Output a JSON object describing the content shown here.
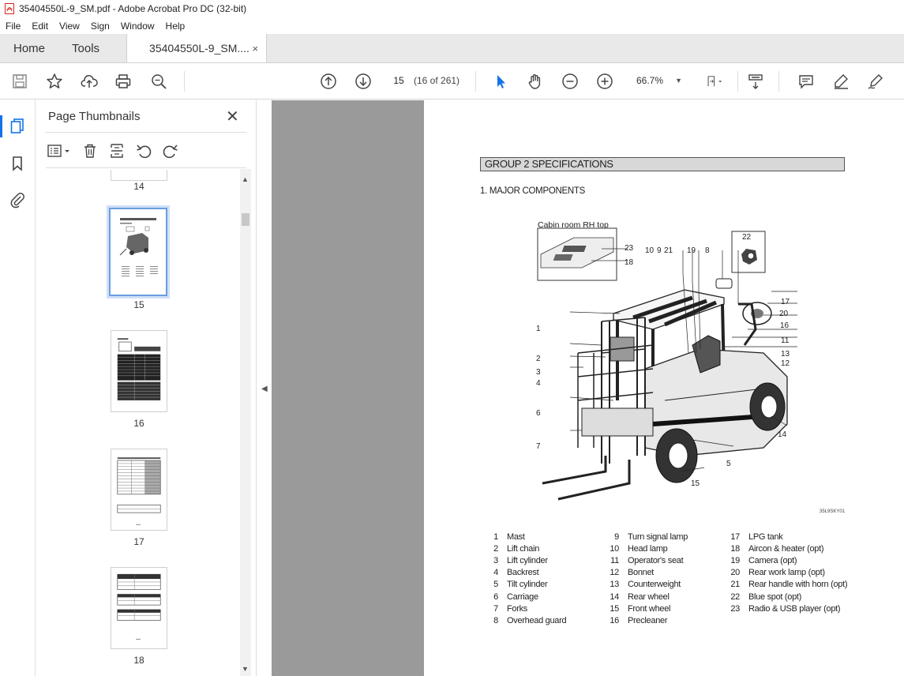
{
  "window": {
    "title": "35404550L-9_SM.pdf - Adobe Acrobat Pro DC (32-bit)"
  },
  "menu": [
    "File",
    "Edit",
    "View",
    "Sign",
    "Window",
    "Help"
  ],
  "tabs": {
    "home": "Home",
    "tools": "Tools",
    "doc": "35404550L-9_SM....",
    "close": "×"
  },
  "toolbar": {
    "page_current": "15",
    "page_count": "(16 of 261)",
    "zoom": "66.7%"
  },
  "panel": {
    "title": "Page Thumbnails",
    "close": "✕",
    "thumbnails": [
      {
        "num": "14",
        "selected": false
      },
      {
        "num": "15",
        "selected": true
      },
      {
        "num": "16",
        "selected": false
      },
      {
        "num": "17",
        "selected": false
      },
      {
        "num": "18",
        "selected": false
      }
    ]
  },
  "document": {
    "group_header": "GROUP 2  SPECIFICATIONS",
    "section_title": "1. MAJOR COMPONENTS",
    "cabin_label": "Cabin room RH top",
    "figure_code": "35L9SKY01",
    "callouts": [
      "23",
      "18",
      "10",
      "9",
      "21",
      "19",
      "8",
      "22",
      "17",
      "20",
      "16",
      "11",
      "13",
      "12",
      "1",
      "2",
      "3",
      "4",
      "6",
      "7",
      "14",
      "5",
      "15"
    ],
    "legend": [
      {
        "n": "1",
        "t": "Mast"
      },
      {
        "n": "2",
        "t": "Lift chain"
      },
      {
        "n": "3",
        "t": "Lift cylinder"
      },
      {
        "n": "4",
        "t": "Backrest"
      },
      {
        "n": "5",
        "t": "Tilt cylinder"
      },
      {
        "n": "6",
        "t": "Carriage"
      },
      {
        "n": "7",
        "t": "Forks"
      },
      {
        "n": "8",
        "t": "Overhead guard"
      },
      {
        "n": "9",
        "t": "Turn signal lamp"
      },
      {
        "n": "10",
        "t": "Head lamp"
      },
      {
        "n": "11",
        "t": "Operator's seat"
      },
      {
        "n": "12",
        "t": "Bonnet"
      },
      {
        "n": "13",
        "t": "Counterweight"
      },
      {
        "n": "14",
        "t": "Rear wheel"
      },
      {
        "n": "15",
        "t": "Front wheel"
      },
      {
        "n": "16",
        "t": "Precleaner"
      },
      {
        "n": "17",
        "t": "LPG tank"
      },
      {
        "n": "18",
        "t": "Aircon & heater (opt)"
      },
      {
        "n": "19",
        "t": "Camera (opt)"
      },
      {
        "n": "20",
        "t": "Rear work lamp (opt)"
      },
      {
        "n": "21",
        "t": "Rear handle with horn (opt)"
      },
      {
        "n": "22",
        "t": "Blue spot (opt)"
      },
      {
        "n": "23",
        "t": "Radio & USB player (opt)"
      }
    ]
  },
  "colors": {
    "accent": "#1473e6",
    "viewer_bg": "#9a9a9a",
    "header_fill": "#d8d8d8"
  },
  "icons": [
    "save-icon",
    "star-icon",
    "upload-icon",
    "print-icon",
    "zoom-search-icon",
    "prev-page-icon",
    "next-page-icon",
    "select-cursor-icon",
    "hand-icon",
    "zoom-out-icon",
    "zoom-in-icon",
    "page-fit-icon",
    "scroll-mode-icon",
    "comment-icon",
    "highlight-icon",
    "sign-icon"
  ]
}
